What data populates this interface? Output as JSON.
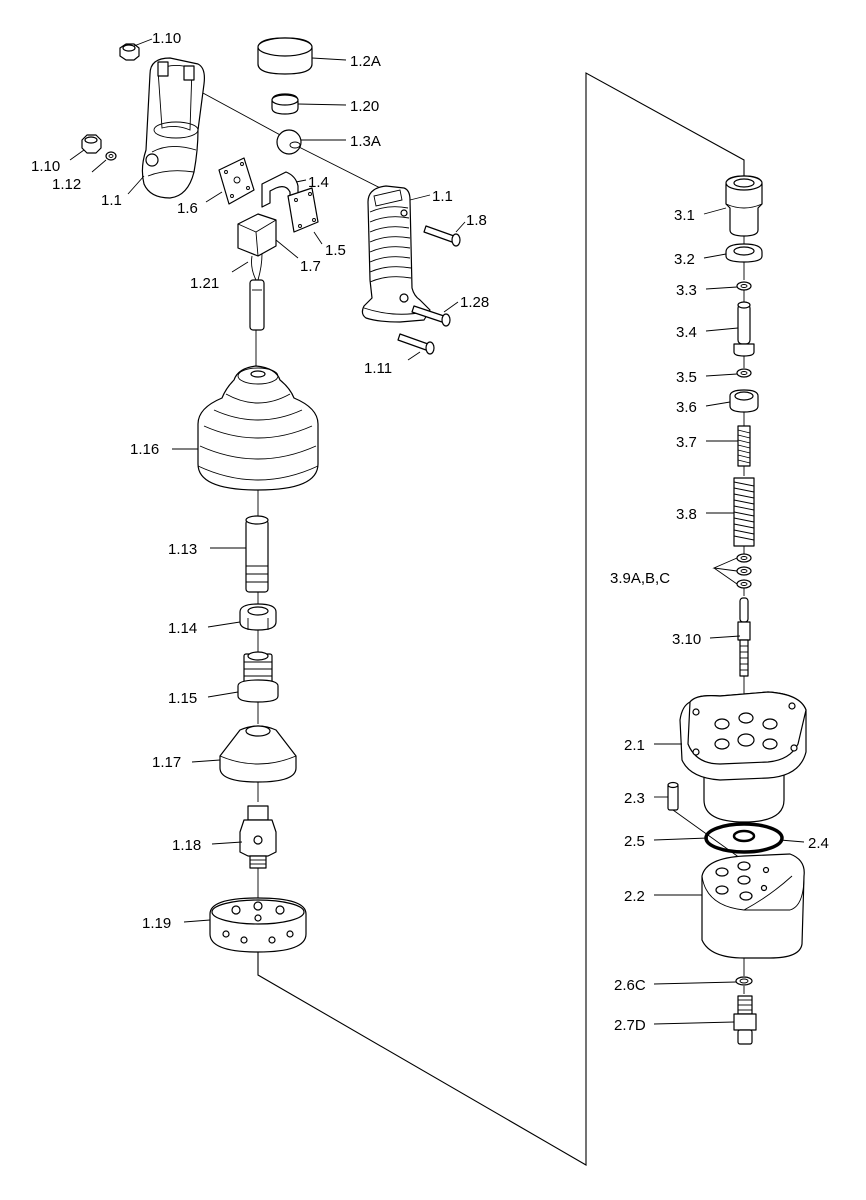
{
  "labels": {
    "p1_10a": "1.10",
    "p1_2A": "1.2A",
    "p1_20": "1.20",
    "p1_3A": "1.3A",
    "p1_10b": "1.10",
    "p1_12": "1.12",
    "p1_1a": "1.1",
    "p1_6": "1.6",
    "p1_4": "1.4",
    "p1_1b": "1.1",
    "p1_8": "1.8",
    "p1_5": "1.5",
    "p1_7": "1.7",
    "p1_21": "1.21",
    "p1_28": "1.28",
    "p1_11": "1.11",
    "p1_16": "1.16",
    "p1_13": "1.13",
    "p1_14": "1.14",
    "p1_15": "1.15",
    "p1_17": "1.17",
    "p1_18": "1.18",
    "p1_19": "1.19",
    "p3_1": "3.1",
    "p3_2": "3.2",
    "p3_3": "3.3",
    "p3_4": "3.4",
    "p3_5": "3.5",
    "p3_6": "3.6",
    "p3_7": "3.7",
    "p3_8": "3.8",
    "p3_9": "3.9A,B,C",
    "p3_10": "3.10",
    "p2_1": "2.1",
    "p2_3": "2.3",
    "p2_5": "2.5",
    "p2_4": "2.4",
    "p2_2": "2.2",
    "p2_6C": "2.6C",
    "p2_7D": "2.7D"
  }
}
